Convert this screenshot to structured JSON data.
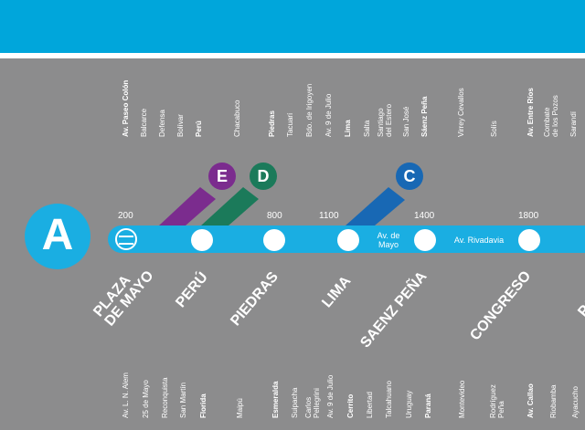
{
  "line": {
    "name": "A",
    "color": "#1aaee2"
  },
  "header": {
    "color": "#00a6db"
  },
  "streets_top": [
    {
      "t": "Av. Paseo Colón",
      "b": true
    },
    {
      "t": "Balcarce"
    },
    {
      "t": "Defensa"
    },
    {
      "t": "Bolívar"
    },
    {
      "t": "Perú",
      "b": true
    },
    {
      "t": "Chacabuco"
    },
    {
      "t": "Piedras",
      "b": true
    },
    {
      "t": "Tacuarí"
    },
    {
      "t": "Bdo. de Irigoyen"
    },
    {
      "t": "Av. 9 de Julio"
    },
    {
      "t": "Lima",
      "b": true
    },
    {
      "t": "Salta"
    },
    {
      "t": "Santiago\ndel Estero"
    },
    {
      "t": "San José"
    },
    {
      "t": "Sáenz Peña",
      "b": true
    },
    {
      "t": "Virrey Cevallos"
    },
    {
      "t": "Solís"
    },
    {
      "t": "Av. Entre Ríos",
      "b": true
    },
    {
      "t": "Combate\nde los Pozos"
    },
    {
      "t": "Sarandí"
    }
  ],
  "streets_bottom": [
    {
      "t": "Av. L. N. Alem"
    },
    {
      "t": "25 de Mayo"
    },
    {
      "t": "Reconquista"
    },
    {
      "t": "San Martín"
    },
    {
      "t": "Florida",
      "b": true
    },
    {
      "t": "Maipú"
    },
    {
      "t": "Esmeralda",
      "b": true
    },
    {
      "t": "Suipacha"
    },
    {
      "t": "Carlos\nPellegrini"
    },
    {
      "t": "Av. 9 de Julio"
    },
    {
      "t": "Cerrito",
      "b": true
    },
    {
      "t": "Libertad"
    },
    {
      "t": "Talcahuano"
    },
    {
      "t": "Uruguay"
    },
    {
      "t": "Paraná",
      "b": true
    },
    {
      "t": "Montevideo"
    },
    {
      "t": "Rodríguez\nPeña"
    },
    {
      "t": "Av. Callao",
      "b": true
    },
    {
      "t": "Riobamba"
    },
    {
      "t": "Ayacucho"
    }
  ],
  "numbers": [
    "200",
    "800",
    "1100",
    "1400",
    "1800"
  ],
  "avenues": [
    "Av. de\nMayo",
    "Av. Rivadavia"
  ],
  "stations": [
    "PLAZA\nDE MAYO",
    "PERÚ",
    "PIEDRAS",
    "LIMA",
    "SAENZ PEÑA",
    "CONGRESO",
    "PA"
  ],
  "connections": [
    {
      "line": "E",
      "color": "#7b2c8e"
    },
    {
      "line": "D",
      "color": "#1b7a5a"
    },
    {
      "line": "C",
      "color": "#1868b4"
    }
  ]
}
